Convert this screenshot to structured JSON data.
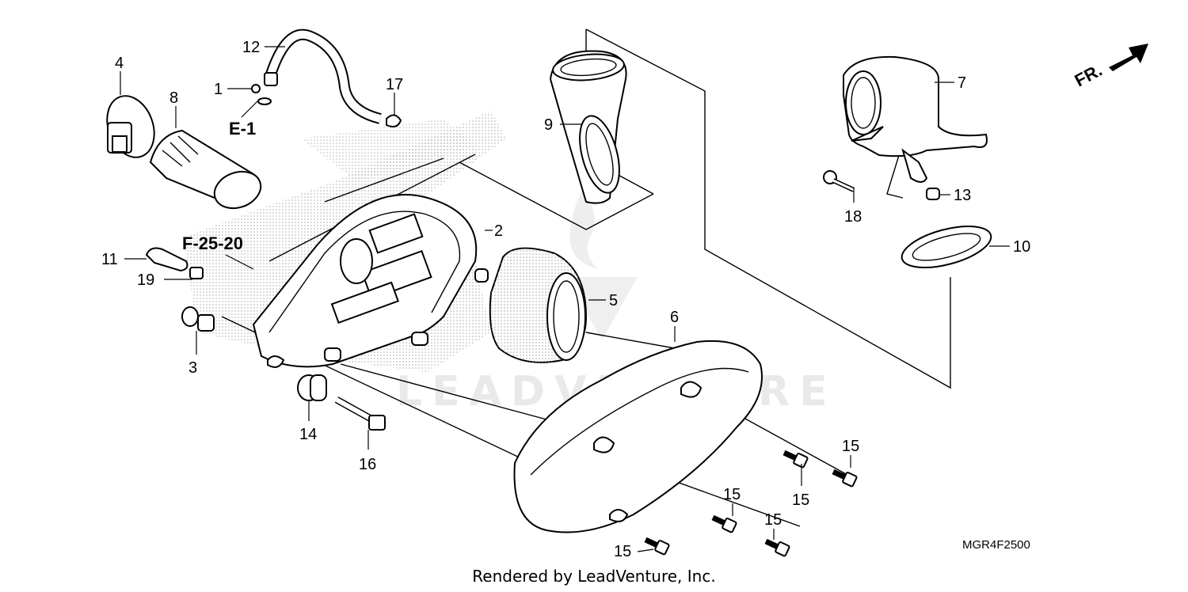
{
  "diagram": {
    "callouts": [
      {
        "id": "c1",
        "label": "1"
      },
      {
        "id": "c2",
        "label": "2"
      },
      {
        "id": "c3",
        "label": "3"
      },
      {
        "id": "c4",
        "label": "4"
      },
      {
        "id": "c5",
        "label": "5"
      },
      {
        "id": "c6",
        "label": "6"
      },
      {
        "id": "c7",
        "label": "7"
      },
      {
        "id": "c8",
        "label": "8"
      },
      {
        "id": "c9",
        "label": "9"
      },
      {
        "id": "c10",
        "label": "10"
      },
      {
        "id": "c11",
        "label": "11"
      },
      {
        "id": "c12",
        "label": "12"
      },
      {
        "id": "c13",
        "label": "13"
      },
      {
        "id": "c14",
        "label": "14"
      },
      {
        "id": "c15a",
        "label": "15"
      },
      {
        "id": "c15b",
        "label": "15"
      },
      {
        "id": "c15c",
        "label": "15"
      },
      {
        "id": "c15d",
        "label": "15"
      },
      {
        "id": "c15e",
        "label": "15"
      },
      {
        "id": "c16",
        "label": "16"
      },
      {
        "id": "c17",
        "label": "17"
      },
      {
        "id": "c18",
        "label": "18"
      },
      {
        "id": "c19",
        "label": "19"
      }
    ],
    "references": {
      "e1": "E-1",
      "f2520": "F-25-20"
    },
    "direction_label": "FR.",
    "diagram_code": "MGR4F2500",
    "watermark": "LEADVENTURE",
    "footer": "Rendered by LeadVenture, Inc.",
    "colors": {
      "line": "#000000",
      "screen": "#bdbdbd",
      "watermark": "#e9e9e9"
    }
  }
}
